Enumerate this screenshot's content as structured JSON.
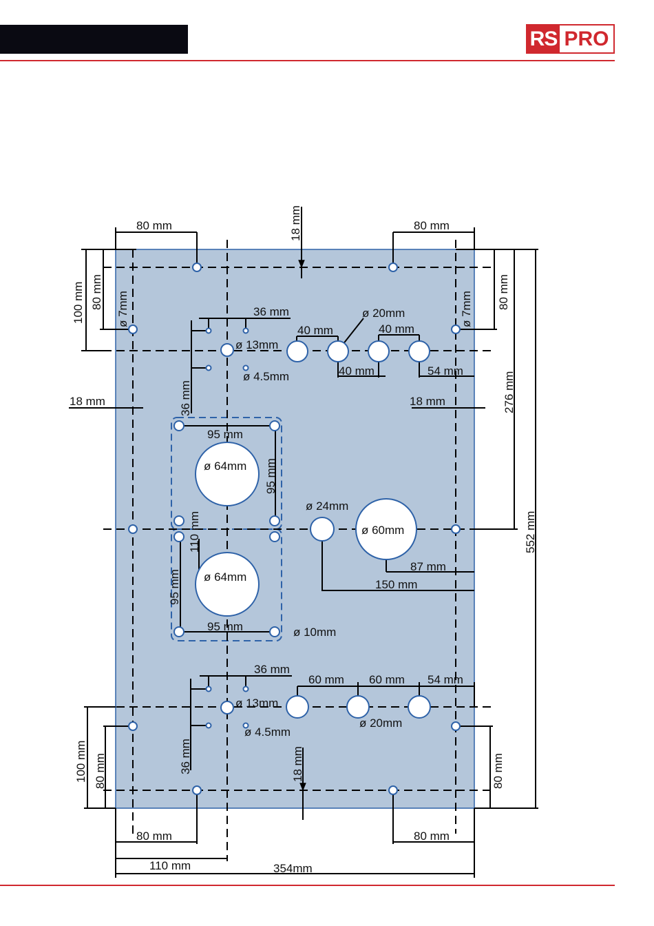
{
  "brand": {
    "rs": "RS",
    "pro": "PRO",
    "accent": "#d0282e"
  },
  "colors": {
    "plate_fill": "#b4c6da",
    "plate_stroke": "#2e62a8",
    "hole_stroke": "#2e62a8",
    "dim_line": "#000000"
  },
  "labels": {
    "top_left_80": "80 mm",
    "top_right_80": "80 mm",
    "top_18": "18 mm",
    "left_100": "100 mm",
    "left_80": "80 mm",
    "left_d7": "ø 7mm",
    "right_80": "80 mm",
    "right_d7": "ø 7mm",
    "right_276": "276 mm",
    "right_552": "552 mm",
    "top_36": "36 mm",
    "top_d13": "ø 13mm",
    "top_d45": "ø 4.5mm",
    "top_36v": "36 mm",
    "top_40a": "40 mm",
    "top_40b": "40 mm",
    "top_40c": "40 mm",
    "top_d20": "ø 20mm",
    "top_54": "54 mm",
    "left_18": "18 mm",
    "right_18": "18 mm",
    "panel_95_top": "95 mm",
    "panel_d64_top": "ø 64mm",
    "panel_95_v": "95 mm",
    "panel_110": "110 mm",
    "panel_95_v2": "95 mm",
    "panel_d64_bot": "ø 64mm",
    "panel_95_bot": "95 mm",
    "d10": "ø 10mm",
    "d24": "ø 24mm",
    "d60": "ø 60mm",
    "dim_87": "87 mm",
    "dim_150": "150 mm",
    "bot_36": "36 mm",
    "bot_d13": "ø 13mm",
    "bot_d45": "ø 4.5mm",
    "bot_36v": "36 mm",
    "bot_60a": "60 mm",
    "bot_60b": "60 mm",
    "bot_54": "54 mm",
    "bot_d20": "ø 20mm",
    "bot_18": "18 mm",
    "bot_left_100": "100 mm",
    "bot_left_80": "80 mm",
    "bot_right_80": "80 mm",
    "bot_80_left": "80 mm",
    "bot_80_right": "80 mm",
    "bot_110": "110 mm",
    "bot_354": "354mm"
  }
}
